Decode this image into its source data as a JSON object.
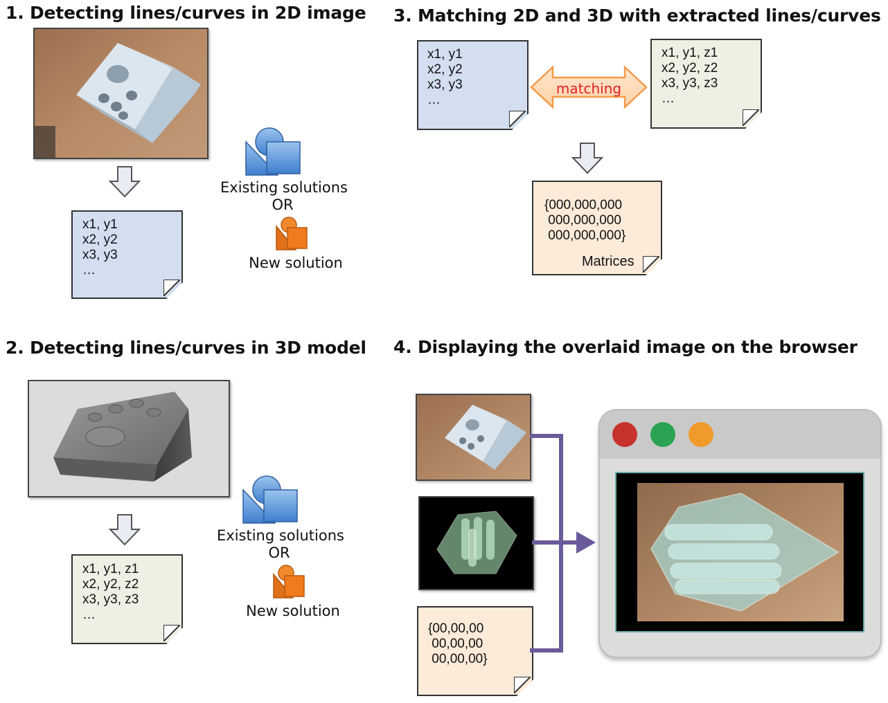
{
  "step1": {
    "title": "1. Detecting lines/curves in 2D image",
    "coords": "x1, y1\nx2, y2\nx3, y3\n…",
    "existing_label": "Existing solutions",
    "or_label": "OR",
    "new_label": "New solution"
  },
  "step2": {
    "title": "2. Detecting lines/curves in 3D model",
    "coords": "x1, y1, z1\nx2, y2, z2\nx3, y3, z3\n…",
    "existing_label": "Existing solutions",
    "or_label": "OR",
    "new_label": "New solution"
  },
  "step3": {
    "title": "3. Matching 2D and 3D with extracted lines/curves",
    "coords_2d": "x1, y1\nx2, y2\nx3, y3\n…",
    "coords_3d": "x1, y1, z1\nx2, y2, z2\nx3, y3, z3\n…",
    "matching_label": "matching",
    "matrix_text": "{000,000,000\n 000,000,000\n 000,000,000}",
    "matrices_label": "Matrices"
  },
  "step4": {
    "title": "4. Displaying the overlaid image on the browser",
    "matrix_text": "{00,00,00\n 00,00,00\n 00,00,00}"
  },
  "colors": {
    "note_blue": "#d3dff0",
    "note_green": "#ecf1e4",
    "note_peach": "#fcebd9",
    "matching_text": "#e0202a",
    "connector": "#6a5a9a",
    "traffic_red": "#c8322c",
    "traffic_green": "#2aa452",
    "traffic_orange": "#ef9a2a"
  },
  "icons": [
    "down-arrow-icon",
    "shapes-icon",
    "double-arrow-icon",
    "browser-window-icon"
  ]
}
